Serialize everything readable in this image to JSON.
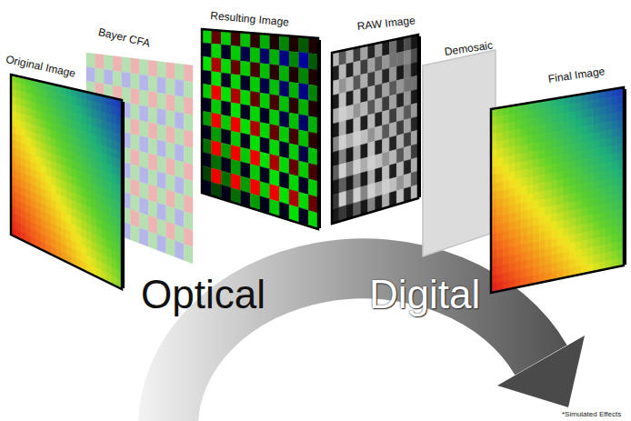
{
  "diagram": {
    "nodes": [
      {
        "text": [
          "Original Image"
        ]
      },
      {
        "text": [
          "Bayer CFA"
        ]
      },
      {
        "text": [
          "Resulting Image"
        ]
      },
      {
        "text": [
          "RAW Image"
        ]
      },
      {
        "text": [
          "Demosaic"
        ]
      },
      {
        "text": [
          "Final Image"
        ]
      }
    ],
    "labels": [
      "Optical",
      "Digital",
      "*Simulated Effects"
    ]
  }
}
